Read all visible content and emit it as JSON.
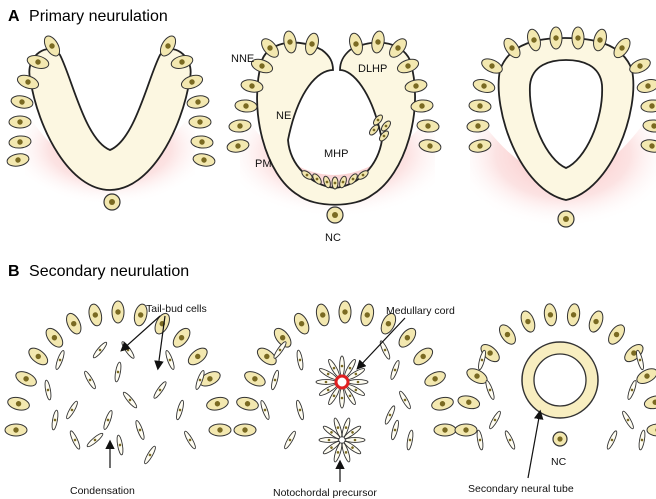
{
  "panel_a": {
    "letter": "A",
    "title": "Primary neurulation",
    "labels": {
      "nne": "NNE",
      "dlhp": "DLHP",
      "ne": "NE",
      "pm": "PM",
      "mhp": "MHP",
      "nc": "NC"
    }
  },
  "panel_b": {
    "letter": "B",
    "title": "Secondary neurulation",
    "labels": {
      "tail_bud_cells": "Tail-bud cells",
      "condensation": "Condensation",
      "medullary_cord": "Medullary cord",
      "notochordal_precursor": "Notochordal precursor",
      "nc": "NC",
      "secondary_neural_tube": "Secondary neural tube"
    }
  },
  "colors": {
    "neural_tissue": "#fcf7e1",
    "ectoderm_cells": "#f3e8b0",
    "mesoderm_glow": "#f7b9b9",
    "medullary_core": "#e02020"
  }
}
